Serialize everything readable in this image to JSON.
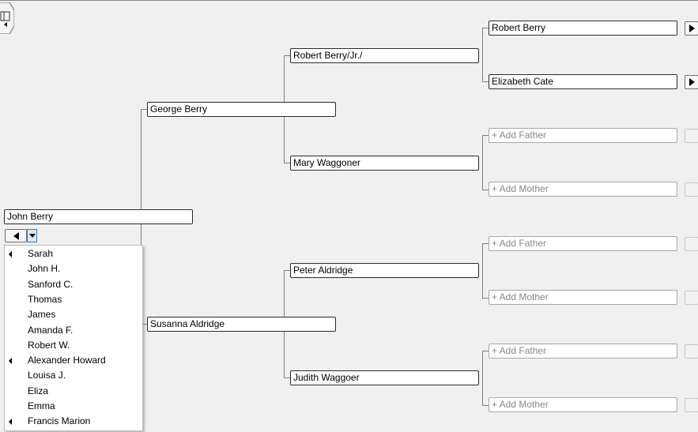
{
  "tree": {
    "root": {
      "name": "John Berry"
    },
    "parents": {
      "father": {
        "name": "George Berry"
      },
      "mother": {
        "name": "Susanna Aldridge"
      }
    },
    "grandparents": {
      "paternal_father": {
        "name": "Robert Berry/Jr./"
      },
      "paternal_mother": {
        "name": "Mary Waggoner"
      },
      "maternal_father": {
        "name": "Peter Aldridge"
      },
      "maternal_mother": {
        "name": "Judith Waggoer"
      }
    },
    "great_grandparents": [
      {
        "name": "Robert Berry",
        "empty": false
      },
      {
        "name": "Elizabeth Cate",
        "empty": false
      },
      {
        "name": "+ Add Father",
        "empty": true
      },
      {
        "name": "+ Add Mother",
        "empty": true
      },
      {
        "name": "+ Add Father",
        "empty": true
      },
      {
        "name": "+ Add Mother",
        "empty": true
      },
      {
        "name": "+ Add Father",
        "empty": true
      },
      {
        "name": "+ Add Mother",
        "empty": true
      }
    ]
  },
  "children_menu": {
    "items": [
      {
        "label": "Sarah",
        "has_children": true
      },
      {
        "label": "John H.",
        "has_children": false
      },
      {
        "label": "Sanford C.",
        "has_children": false
      },
      {
        "label": "Thomas",
        "has_children": false
      },
      {
        "label": "James",
        "has_children": false
      },
      {
        "label": "Amanda F.",
        "has_children": false
      },
      {
        "label": "Robert W.",
        "has_children": false
      },
      {
        "label": "Alexander Howard",
        "has_children": true
      },
      {
        "label": "Louisa J.",
        "has_children": false
      },
      {
        "label": "Eliza",
        "has_children": false
      },
      {
        "label": "Emma",
        "has_children": false
      },
      {
        "label": "Francis Marion",
        "has_children": true
      }
    ]
  },
  "icons": {
    "sidebar_toggle": "sidebar-toggle-icon",
    "back": "triangle-left-icon",
    "dropdown": "chevron-down-icon",
    "forward": "triangle-right-icon"
  },
  "colors": {
    "background": "#f0f0f0",
    "connector": "#7f7f7f",
    "box_border": "#2b2b2b",
    "empty_text": "#888888",
    "dropdown_accent": "#3a78c8"
  }
}
